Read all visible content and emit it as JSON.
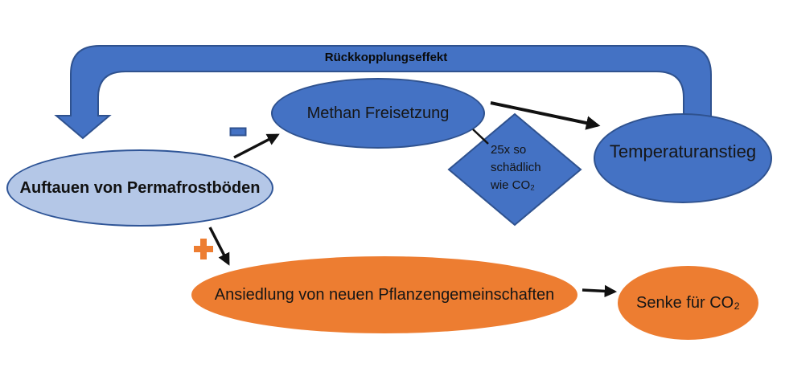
{
  "diagram": {
    "feedback_arrow": {
      "label": "Rückkopplungseffekt"
    },
    "nodes": {
      "auftauen": {
        "label": "Auftauen von Permafrostböden"
      },
      "methan": {
        "label": "Methan Freisetzung"
      },
      "temperatur": {
        "label": "Temperaturanstieg"
      },
      "ansiedlung": {
        "label": "Ansiedlung von neuen Pflanzengemeinschaften"
      },
      "senke": {
        "label": "Senke für CO₂"
      }
    },
    "diamond": {
      "line1": "25x so",
      "line2": "schädlich",
      "line3": "wie CO₂"
    },
    "signs": {
      "minus": "−",
      "plus": "+"
    },
    "colors": {
      "blue_fill": "#4472C4",
      "blue_border": "#2F528F",
      "light_blue_fill": "#B4C7E7",
      "light_blue_border": "#2F5597",
      "orange_fill": "#ED7D31",
      "arrow_black": "#111111",
      "background": "#FFFFFF"
    }
  }
}
